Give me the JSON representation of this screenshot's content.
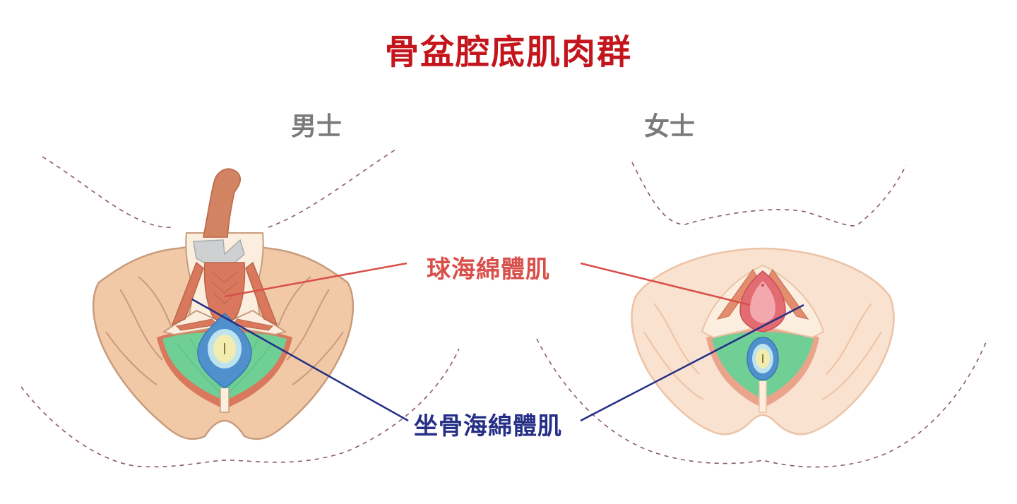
{
  "title": "骨盆腔底肌肉群",
  "panels": {
    "male": {
      "label": "男士"
    },
    "female": {
      "label": "女士"
    }
  },
  "callouts": {
    "bulbospongiosus": "球海綿體肌",
    "ischiocavernosus": "坐骨海綿體肌"
  },
  "colors": {
    "title": "#c4141c",
    "gender_label": "#7a7a7a",
    "callout_red": "#d94f4a",
    "callout_blue": "#252f86",
    "bone_male": "#f1c9a6",
    "bone_female": "#f9e2cf",
    "muscle": "#d9785c",
    "levator": "#6fcf95",
    "anus_blue": "#4f90cd",
    "rectum_yellow": "#f3ecb0",
    "cartilage": "#cfd0d2",
    "outline": "#c99b7c",
    "body_contour": "#8a5a66",
    "vagina_pink": "#f2a8ac"
  }
}
